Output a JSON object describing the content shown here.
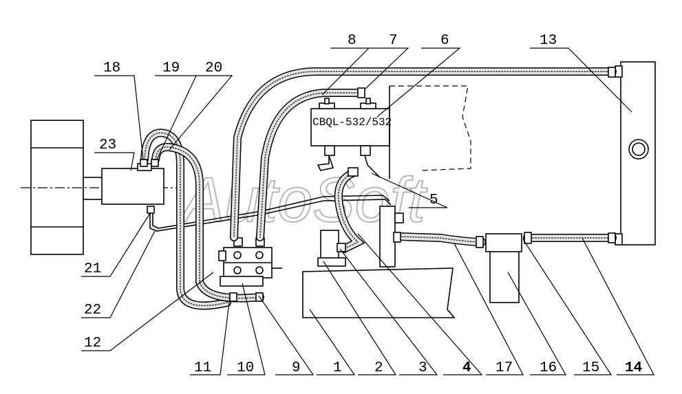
{
  "watermark": "AutoSoft",
  "pump_model": "CBQL-532/532",
  "callouts": {
    "c1": "1",
    "c2": "2",
    "c3": "3",
    "c4": "4",
    "c5": "5",
    "c6": "6",
    "c7": "7",
    "c8": "8",
    "c9": "9",
    "c10": "10",
    "c11": "11",
    "c12": "12",
    "c13": "13",
    "c14": "14",
    "c15": "15",
    "c16": "16",
    "c17": "17",
    "c18": "18",
    "c19": "19",
    "c20": "20",
    "c21": "21",
    "c22": "22",
    "c23": "23"
  }
}
